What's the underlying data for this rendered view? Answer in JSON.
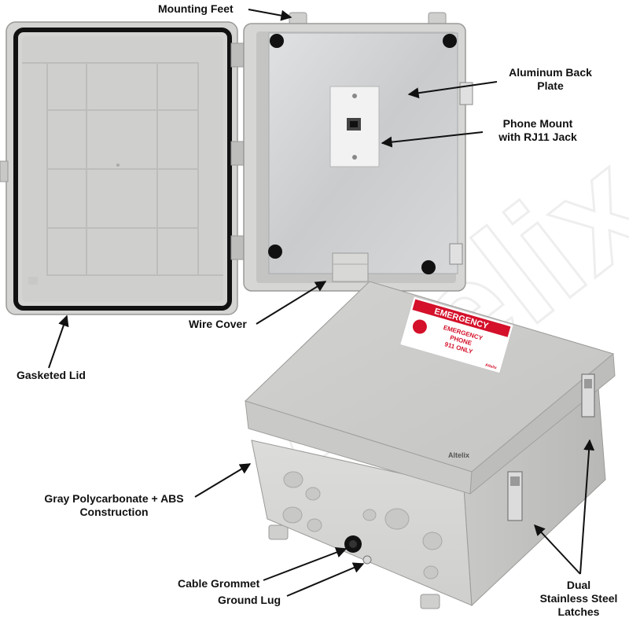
{
  "brand_watermark": "Altelix",
  "callouts": {
    "mounting_feet": "Mounting Feet",
    "aluminum_back_plate_line1": "Aluminum Back",
    "aluminum_back_plate_line2": "Plate",
    "phone_mount_line1": "Phone Mount",
    "phone_mount_line2": "with RJ11 Jack",
    "wire_cover": "Wire Cover",
    "gasketed_lid": "Gasketed Lid",
    "construction_line1": "Gray Polycarbonate + ABS",
    "construction_line2": "Construction",
    "cable_grommet": "Cable Grommet",
    "ground_lug": "Ground Lug",
    "latches_line1": "Dual",
    "latches_line2": "Stainless Steel",
    "latches_line3": "Latches"
  },
  "sticker": {
    "header": "EMERGENCY",
    "line1": "EMERGENCY",
    "line2": "PHONE",
    "line3": "911 ONLY",
    "maker": "Altelix"
  },
  "box_logo": "Altelix",
  "colors": {
    "enclosure_gray": "#d9d9d7",
    "back_plate": "#c8cacc",
    "sticker_red": "#d4102a",
    "gasket": "#111111"
  }
}
